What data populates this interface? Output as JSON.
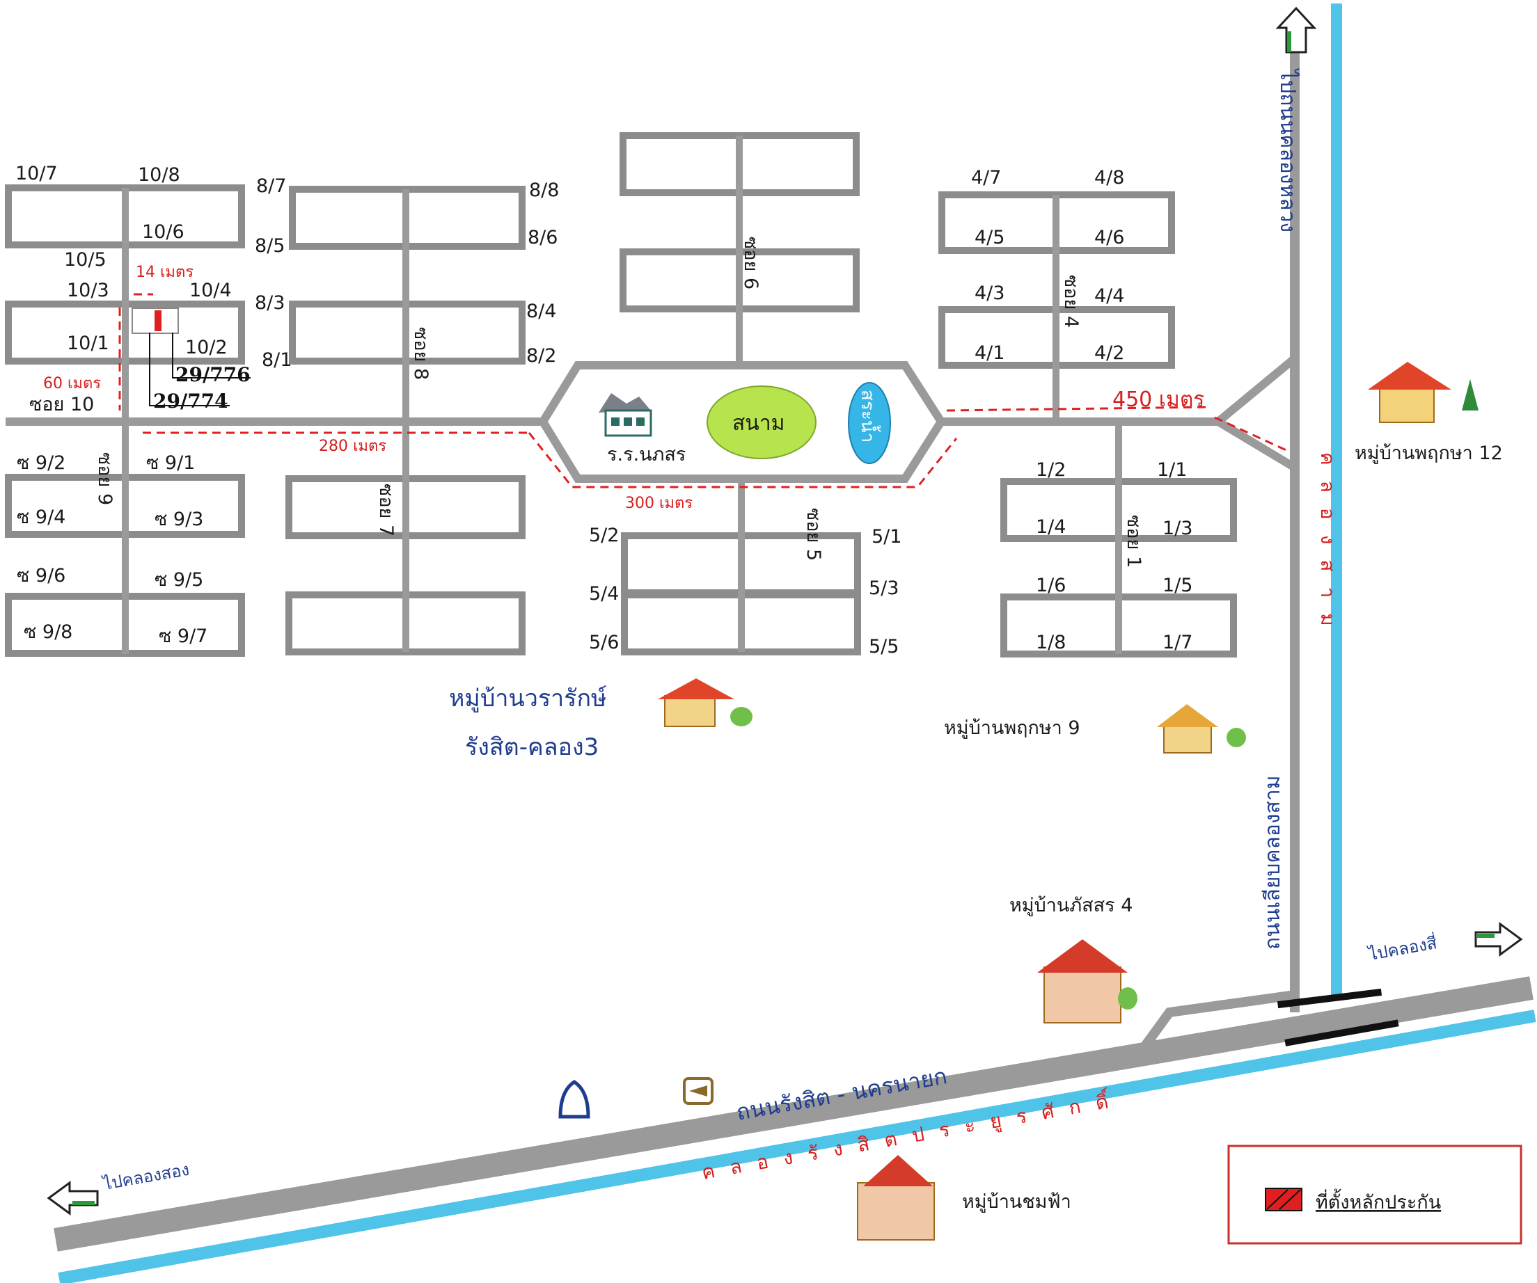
{
  "colors": {
    "road": "#9a9a9a",
    "canal": "#4fc3e8",
    "measure": "#d61e1e",
    "label_blue": "#1f3d8f",
    "field": "#b7e34d",
    "pond": "#36b6e6",
    "collateral": "#e02020"
  },
  "blocks_10": {
    "b10_7": "10/7",
    "b10_8": "10/8",
    "b10_6": "10/6",
    "b10_5": "10/5",
    "b10_3": "10/3",
    "b10_4": "10/4",
    "b10_1": "10/1",
    "b10_2": "10/2"
  },
  "blocks_9": {
    "s9_2": "ซ 9/2",
    "s9_1": "ซ 9/1",
    "s9_4": "ซ 9/4",
    "s9_3": "ซ 9/3",
    "s9_6": "ซ 9/6",
    "s9_5": "ซ 9/5",
    "s9_8": "ซ 9/8",
    "s9_7": "ซ 9/7"
  },
  "blocks_8": {
    "b8_7": "8/7",
    "b8_8": "8/8",
    "b8_5": "8/5",
    "b8_6": "8/6",
    "b8_3": "8/3",
    "b8_4": "8/4",
    "b8_1": "8/1",
    "b8_2": "8/2"
  },
  "blocks_4": {
    "b4_7": "4/7",
    "b4_8": "4/8",
    "b4_5": "4/5",
    "b4_6": "4/6",
    "b4_3": "4/3",
    "b4_4": "4/4",
    "b4_1": "4/1",
    "b4_2": "4/2"
  },
  "blocks_1": {
    "b1_2": "1/2",
    "b1_1": "1/1",
    "b1_4": "1/4",
    "b1_3": "1/3",
    "b1_6": "1/6",
    "b1_5": "1/5",
    "b1_8": "1/8",
    "b1_7": "1/7"
  },
  "blocks_5": {
    "b5_2": "5/2",
    "b5_1": "5/1",
    "b5_4": "5/4",
    "b5_3": "5/3",
    "b5_6": "5/6",
    "b5_5": "5/5"
  },
  "plots": {
    "p776": "29/776",
    "p774": "29/774"
  },
  "soi": {
    "soi10": "ซอย 10",
    "soi9": "ซอย 9",
    "soi8": "ซอย 8",
    "soi7": "ซอย 7",
    "soi6": "ซอย 6",
    "soi5": "ซอย 5",
    "soi4": "ซอย 4",
    "soi1": "ซอย 1"
  },
  "measurements": {
    "m14": "14 เมตร",
    "m60": "60 เมตร",
    "m280": "280 เมตร",
    "m300": "300 เมตร",
    "m450": "450 เมตร"
  },
  "places": {
    "field": "สนาม",
    "pond": "สระน้ำ",
    "school": "ร.ร.นภสร",
    "warak_l1": "หมู่บ้านวรารักษ์",
    "warak_l2": "รังสิต-คลอง3",
    "pruksa9": "หมู่บ้านพฤกษา 9",
    "pruksa12": "หมู่บ้านพฤกษา 12",
    "passorn4": "หมู่บ้านภัสสร 4",
    "chomfa": "หมู่บ้านชมฟ้า"
  },
  "roads": {
    "khlong_luang": "ไปถนนคลองหลวง",
    "liab_khlong": "ถนนเลียบคลองสาม",
    "khlong_sam": "คลองสาม",
    "rangsit_road": "ถนนรังสิต - นครนายก",
    "rangsit_canal": "คลองรังสิตประยูรศักดิ์",
    "to_khlong4": "ไปคลองสี่",
    "to_khlong2": "ไปคลองสอง"
  },
  "legend": {
    "label": "ที่ตั้งหลักประกัน"
  }
}
